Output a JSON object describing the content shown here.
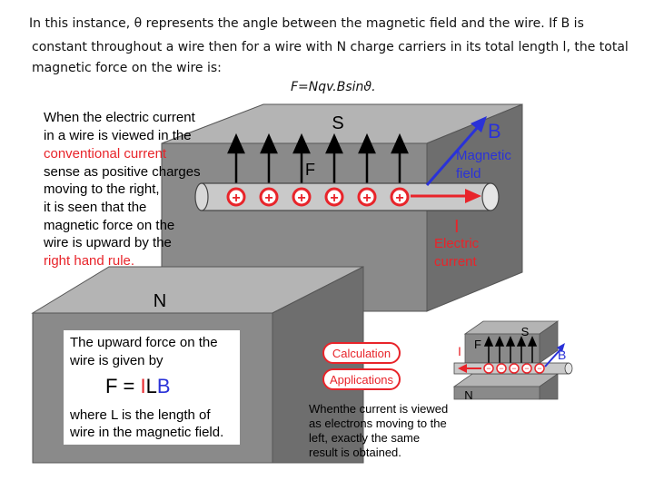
{
  "intro": {
    "line1": "In this instance, θ represents the angle between the magnetic field and the wire.  If B is",
    "line2": "constant throughout a wire then for a wire with N charge carriers in its total length l, the total",
    "line3": "magnetic force on the wire is:",
    "formula": "F=Nqv.Bsinϑ."
  },
  "diagram": {
    "pole_south": "S",
    "pole_north": "N",
    "force_label": "F",
    "field_label": "B",
    "field_caption_1": "Magnetic",
    "field_caption_2": "field",
    "current_label": "I",
    "current_caption_1": "Electric",
    "current_caption_2": "current",
    "explanation": [
      {
        "text": "When the electric current",
        "color": "black"
      },
      {
        "text": "in a wire is viewed in the",
        "color": "black"
      },
      {
        "text": "conventional current",
        "color": "red"
      },
      {
        "text": "sense as positive charges",
        "color": "black"
      },
      {
        "text": "moving to the right,",
        "color": "black"
      },
      {
        "text": "it is seen that the",
        "color": "black"
      },
      {
        "text": "magnetic force on the",
        "color": "black"
      },
      {
        "text": "wire is upward by the",
        "color": "black"
      },
      {
        "text": "right hand rule.",
        "color": "red"
      }
    ],
    "formula_box": {
      "line1": "The upward force on the",
      "line2": "wire is given by",
      "eq_F": "F = ",
      "eq_I": "I",
      "eq_L": "L",
      "eq_B": "B",
      "line3": "where L is the length of",
      "line4": "wire in the magnetic field."
    },
    "buttons": {
      "calculation": "Calculation",
      "applications": "Applications"
    },
    "electron_note": [
      "Whenthe current is viewed",
      "as electrons moving to the",
      "left, exactly the same",
      "result is obtained."
    ],
    "inset": {
      "pole_south": "S",
      "pole_north": "N",
      "force_label": "F",
      "field_label": "B",
      "current_label": "I"
    },
    "charge_symbol_positive": "+",
    "charge_symbol_negative": "−",
    "colors": {
      "magnet_face": "#8a8a8a",
      "magnet_top": "#b4b4b4",
      "magnet_side": "#6e6e6e",
      "red": "#e8242a",
      "blue": "#2a32d8"
    }
  }
}
